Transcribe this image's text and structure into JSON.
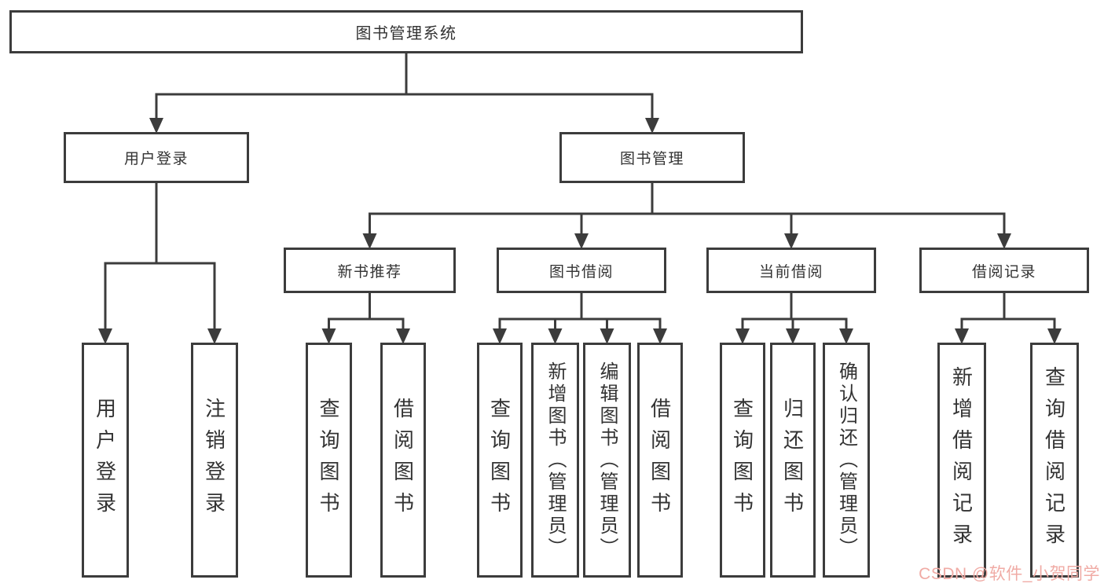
{
  "diagram": {
    "title": "图书管理系统",
    "watermark": "CSDN @软件_小贺同学",
    "colors": {
      "line": "#3c3c3c",
      "box_border": "#3c3c3c",
      "box_background": "#ffffff",
      "text": "#333333",
      "watermark": "#f0aba5",
      "page_background": "#ffffff"
    },
    "nodes": [
      {
        "id": "root",
        "label": "图书管理系统",
        "children": [
          "login",
          "mgmt"
        ]
      },
      {
        "id": "login",
        "label": "用户登录",
        "children": [
          "login-do",
          "login-out"
        ]
      },
      {
        "id": "mgmt",
        "label": "图书管理",
        "children": [
          "rec",
          "borrow",
          "current",
          "record"
        ]
      },
      {
        "id": "rec",
        "label": "新书推荐",
        "children": [
          "rec-query",
          "rec-borrow"
        ]
      },
      {
        "id": "borrow",
        "label": "图书借阅",
        "children": [
          "bor-query",
          "bor-add",
          "bor-edit",
          "bor-borrow"
        ]
      },
      {
        "id": "current",
        "label": "当前借阅",
        "children": [
          "cur-query",
          "cur-return",
          "cur-confirm"
        ]
      },
      {
        "id": "record",
        "label": "借阅记录",
        "children": [
          "rd-add",
          "rd-query"
        ]
      },
      {
        "id": "login-do",
        "label": "用户登录"
      },
      {
        "id": "login-out",
        "label": "注销登录"
      },
      {
        "id": "rec-query",
        "label": "查询图书"
      },
      {
        "id": "rec-borrow",
        "label": "借阅图书"
      },
      {
        "id": "bor-query",
        "label": "查询图书"
      },
      {
        "id": "bor-add",
        "label": "新增图书（管理员）"
      },
      {
        "id": "bor-edit",
        "label": "编辑图书（管理员）"
      },
      {
        "id": "bor-borrow",
        "label": "借阅图书"
      },
      {
        "id": "cur-query",
        "label": "查询图书"
      },
      {
        "id": "cur-return",
        "label": "归还图书"
      },
      {
        "id": "cur-confirm",
        "label": "确认归还（管理员）"
      },
      {
        "id": "rd-add",
        "label": "新增借阅记录"
      },
      {
        "id": "rd-query",
        "label": "查询借阅记录"
      }
    ]
  }
}
